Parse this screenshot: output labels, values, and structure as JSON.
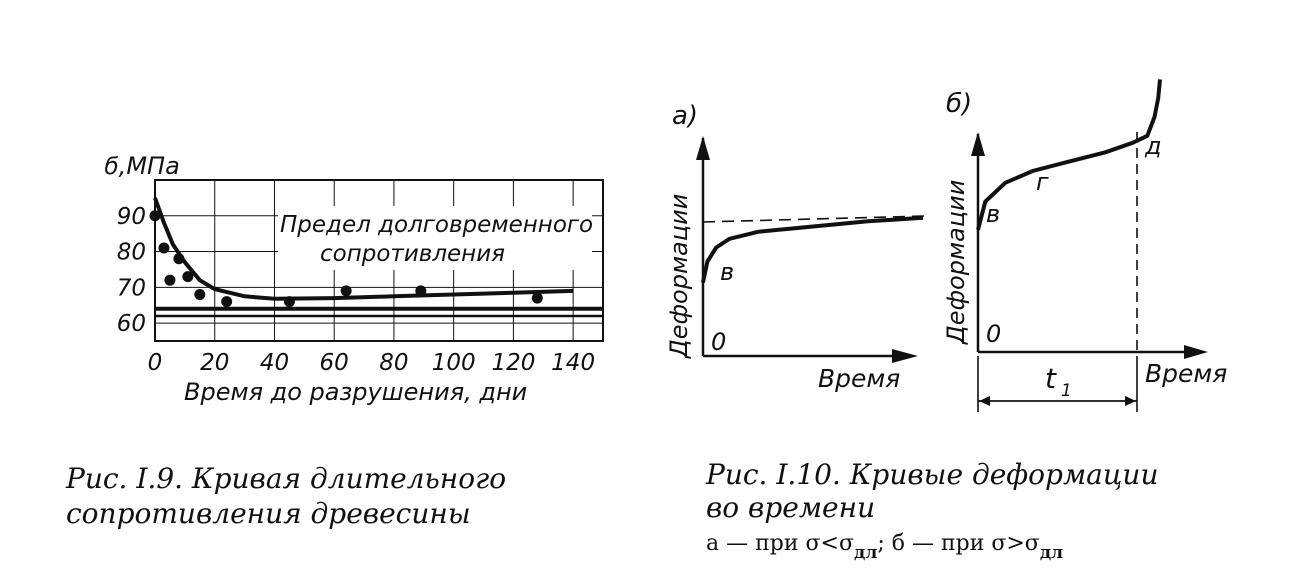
{
  "chart_data": [
    {
      "type": "scatter",
      "panel": "fig-1-9",
      "ylabel": "ϭ,МПа",
      "xlabel": "Время до разрушения, дни",
      "annotation": "Предел долговременного сопротивления",
      "xlim": [
        0,
        150
      ],
      "ylim": [
        55,
        100
      ],
      "x_ticks": [
        0,
        20,
        40,
        60,
        80,
        100,
        120,
        140
      ],
      "y_ticks": [
        60,
        70,
        80,
        90
      ],
      "grid": true,
      "points": [
        {
          "x": 0,
          "y": 90
        },
        {
          "x": 3,
          "y": 81
        },
        {
          "x": 5,
          "y": 72
        },
        {
          "x": 8,
          "y": 78
        },
        {
          "x": 11,
          "y": 73
        },
        {
          "x": 15,
          "y": 68
        },
        {
          "x": 24,
          "y": 66
        },
        {
          "x": 45,
          "y": 66
        },
        {
          "x": 64,
          "y": 69
        },
        {
          "x": 89,
          "y": 69
        },
        {
          "x": 128,
          "y": 67
        }
      ],
      "curve": [
        [
          0,
          95
        ],
        [
          3,
          88
        ],
        [
          6,
          82
        ],
        [
          10,
          77
        ],
        [
          15,
          72
        ],
        [
          20,
          69.5
        ],
        [
          30,
          67.5
        ],
        [
          40,
          66.8
        ],
        [
          60,
          67
        ],
        [
          80,
          67.5
        ],
        [
          100,
          68
        ],
        [
          120,
          68.5
        ],
        [
          140,
          69
        ]
      ],
      "limit_lines": [
        64,
        62
      ]
    },
    {
      "type": "line",
      "panel": "a",
      "ylabel": "Деформации",
      "xlabel": "Время",
      "origin_label": "0",
      "point_label": "в",
      "asymptote": true,
      "curve": [
        [
          0,
          0.42
        ],
        [
          0.02,
          0.54
        ],
        [
          0.06,
          0.62
        ],
        [
          0.12,
          0.67
        ],
        [
          0.25,
          0.71
        ],
        [
          0.5,
          0.74
        ],
        [
          0.75,
          0.77
        ],
        [
          1.0,
          0.79
        ]
      ]
    },
    {
      "type": "line",
      "panel": "б",
      "ylabel": "Деформации",
      "xlabel": "Время",
      "origin_label": "0",
      "point_labels": [
        "в",
        "г",
        "д"
      ],
      "interval_label": "t",
      "interval_sub": "1",
      "curve": [
        [
          0,
          0.52
        ],
        [
          0.04,
          0.64
        ],
        [
          0.15,
          0.72
        ],
        [
          0.3,
          0.77
        ],
        [
          0.5,
          0.81
        ],
        [
          0.7,
          0.85
        ],
        [
          0.85,
          0.89
        ],
        [
          0.93,
          0.92
        ],
        [
          0.97,
          1.0
        ],
        [
          0.99,
          1.08
        ],
        [
          1.0,
          1.16
        ]
      ]
    }
  ],
  "captions": {
    "fig9_line1": "Рис. I.9.  Кривая длительного",
    "fig9_line2": "сопротивления древесины",
    "fig10_line1": "Рис. I.10. Кривые деформации",
    "fig10_line2": "во времени",
    "fig10_line3_a": "а — при σ<σ",
    "fig10_line3_sub1": "дл",
    "fig10_line3_b": "; б — при σ>σ",
    "fig10_line3_sub2": "дл"
  },
  "panel_labels": {
    "a": "а)",
    "b": "б)"
  }
}
